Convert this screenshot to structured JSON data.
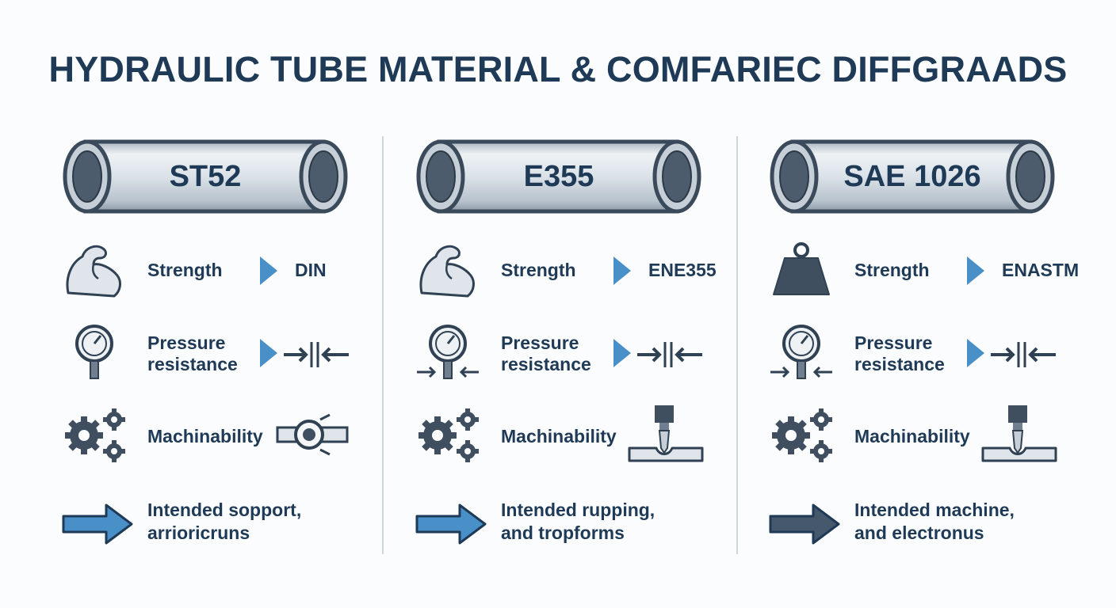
{
  "title": "HYDRAULIC TUBE MATERIAL & COMFARIEC DIFFGRAADS",
  "colors": {
    "navy": "#1f3a56",
    "steel": "#46586b",
    "accent_blue": "#4a90c8",
    "tube_light": "#e3e9ee"
  },
  "columns": [
    {
      "material": "ST52",
      "strength_icon": "flexed-arm-icon",
      "strength_label": "Strength",
      "strength_value": "DIN",
      "pressure_label_line1": "Pressure",
      "pressure_label_line2": "resistance",
      "pressure_icon": "pressure-gauge-icon",
      "pressure_value_icon": "compression-arrows-icon",
      "machinability_label": "Machinability",
      "machinability_icon": "gears-icon",
      "machinability_value_icon": "pipe-clamp-icon",
      "intended_line1": "Intended sopport,",
      "intended_line2": "arrioricruns",
      "intended_arrow": "blue-arrow-icon"
    },
    {
      "material": "E355",
      "strength_icon": "flexed-arm-icon",
      "strength_label": "Strength",
      "strength_value": "ENE355",
      "pressure_label_line1": "Pressure",
      "pressure_label_line2": "resistance",
      "pressure_icon": "pressure-gauge-icon",
      "pressure_value_icon": "compression-arrows-icon",
      "machinability_label": "Machinability",
      "machinability_icon": "gears-icon",
      "machinability_value_icon": "drill-bit-icon",
      "intended_line1": "Intended rupping,",
      "intended_line2": "and tropforms",
      "intended_arrow": "blue-arrow-icon"
    },
    {
      "material": "SAE 1026",
      "strength_icon": "weight-icon",
      "strength_label": "Strength",
      "strength_value": "ENASTM",
      "pressure_label_line1": "Pressure",
      "pressure_label_line2": "resistance",
      "pressure_icon": "pressure-gauge-icon",
      "pressure_value_icon": "compression-arrows-icon",
      "machinability_label": "Machinability",
      "machinability_icon": "gears-icon",
      "machinability_value_icon": "drill-bit-icon",
      "intended_line1": "Intended machine,",
      "intended_line2": "and electronus",
      "intended_arrow": "dark-arrow-icon"
    }
  ]
}
